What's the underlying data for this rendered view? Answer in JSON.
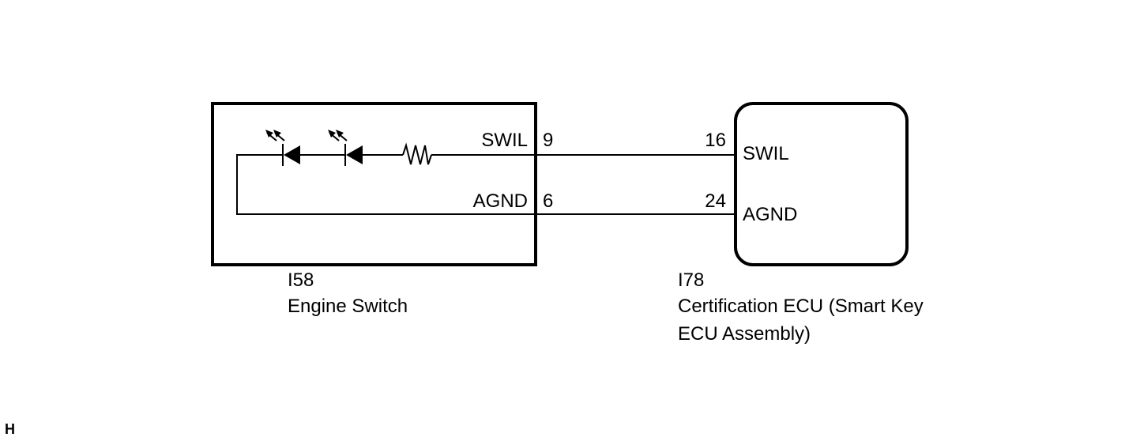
{
  "diagram": {
    "components": {
      "engine_switch": {
        "code": "I58",
        "name": "Engine Switch",
        "terminals": [
          {
            "label": "SWIL",
            "pin": "9"
          },
          {
            "label": "AGND",
            "pin": "6"
          }
        ]
      },
      "certification_ecu": {
        "code": "I78",
        "name_line1": "Certification ECU (Smart Key",
        "name_line2": "ECU Assembly)",
        "terminals": [
          {
            "label": "SWIL",
            "pin": "16"
          },
          {
            "label": "AGND",
            "pin": "24"
          }
        ]
      }
    },
    "corner_marker": "H",
    "colors": {
      "line": "#000000",
      "background": "#ffffff"
    }
  }
}
